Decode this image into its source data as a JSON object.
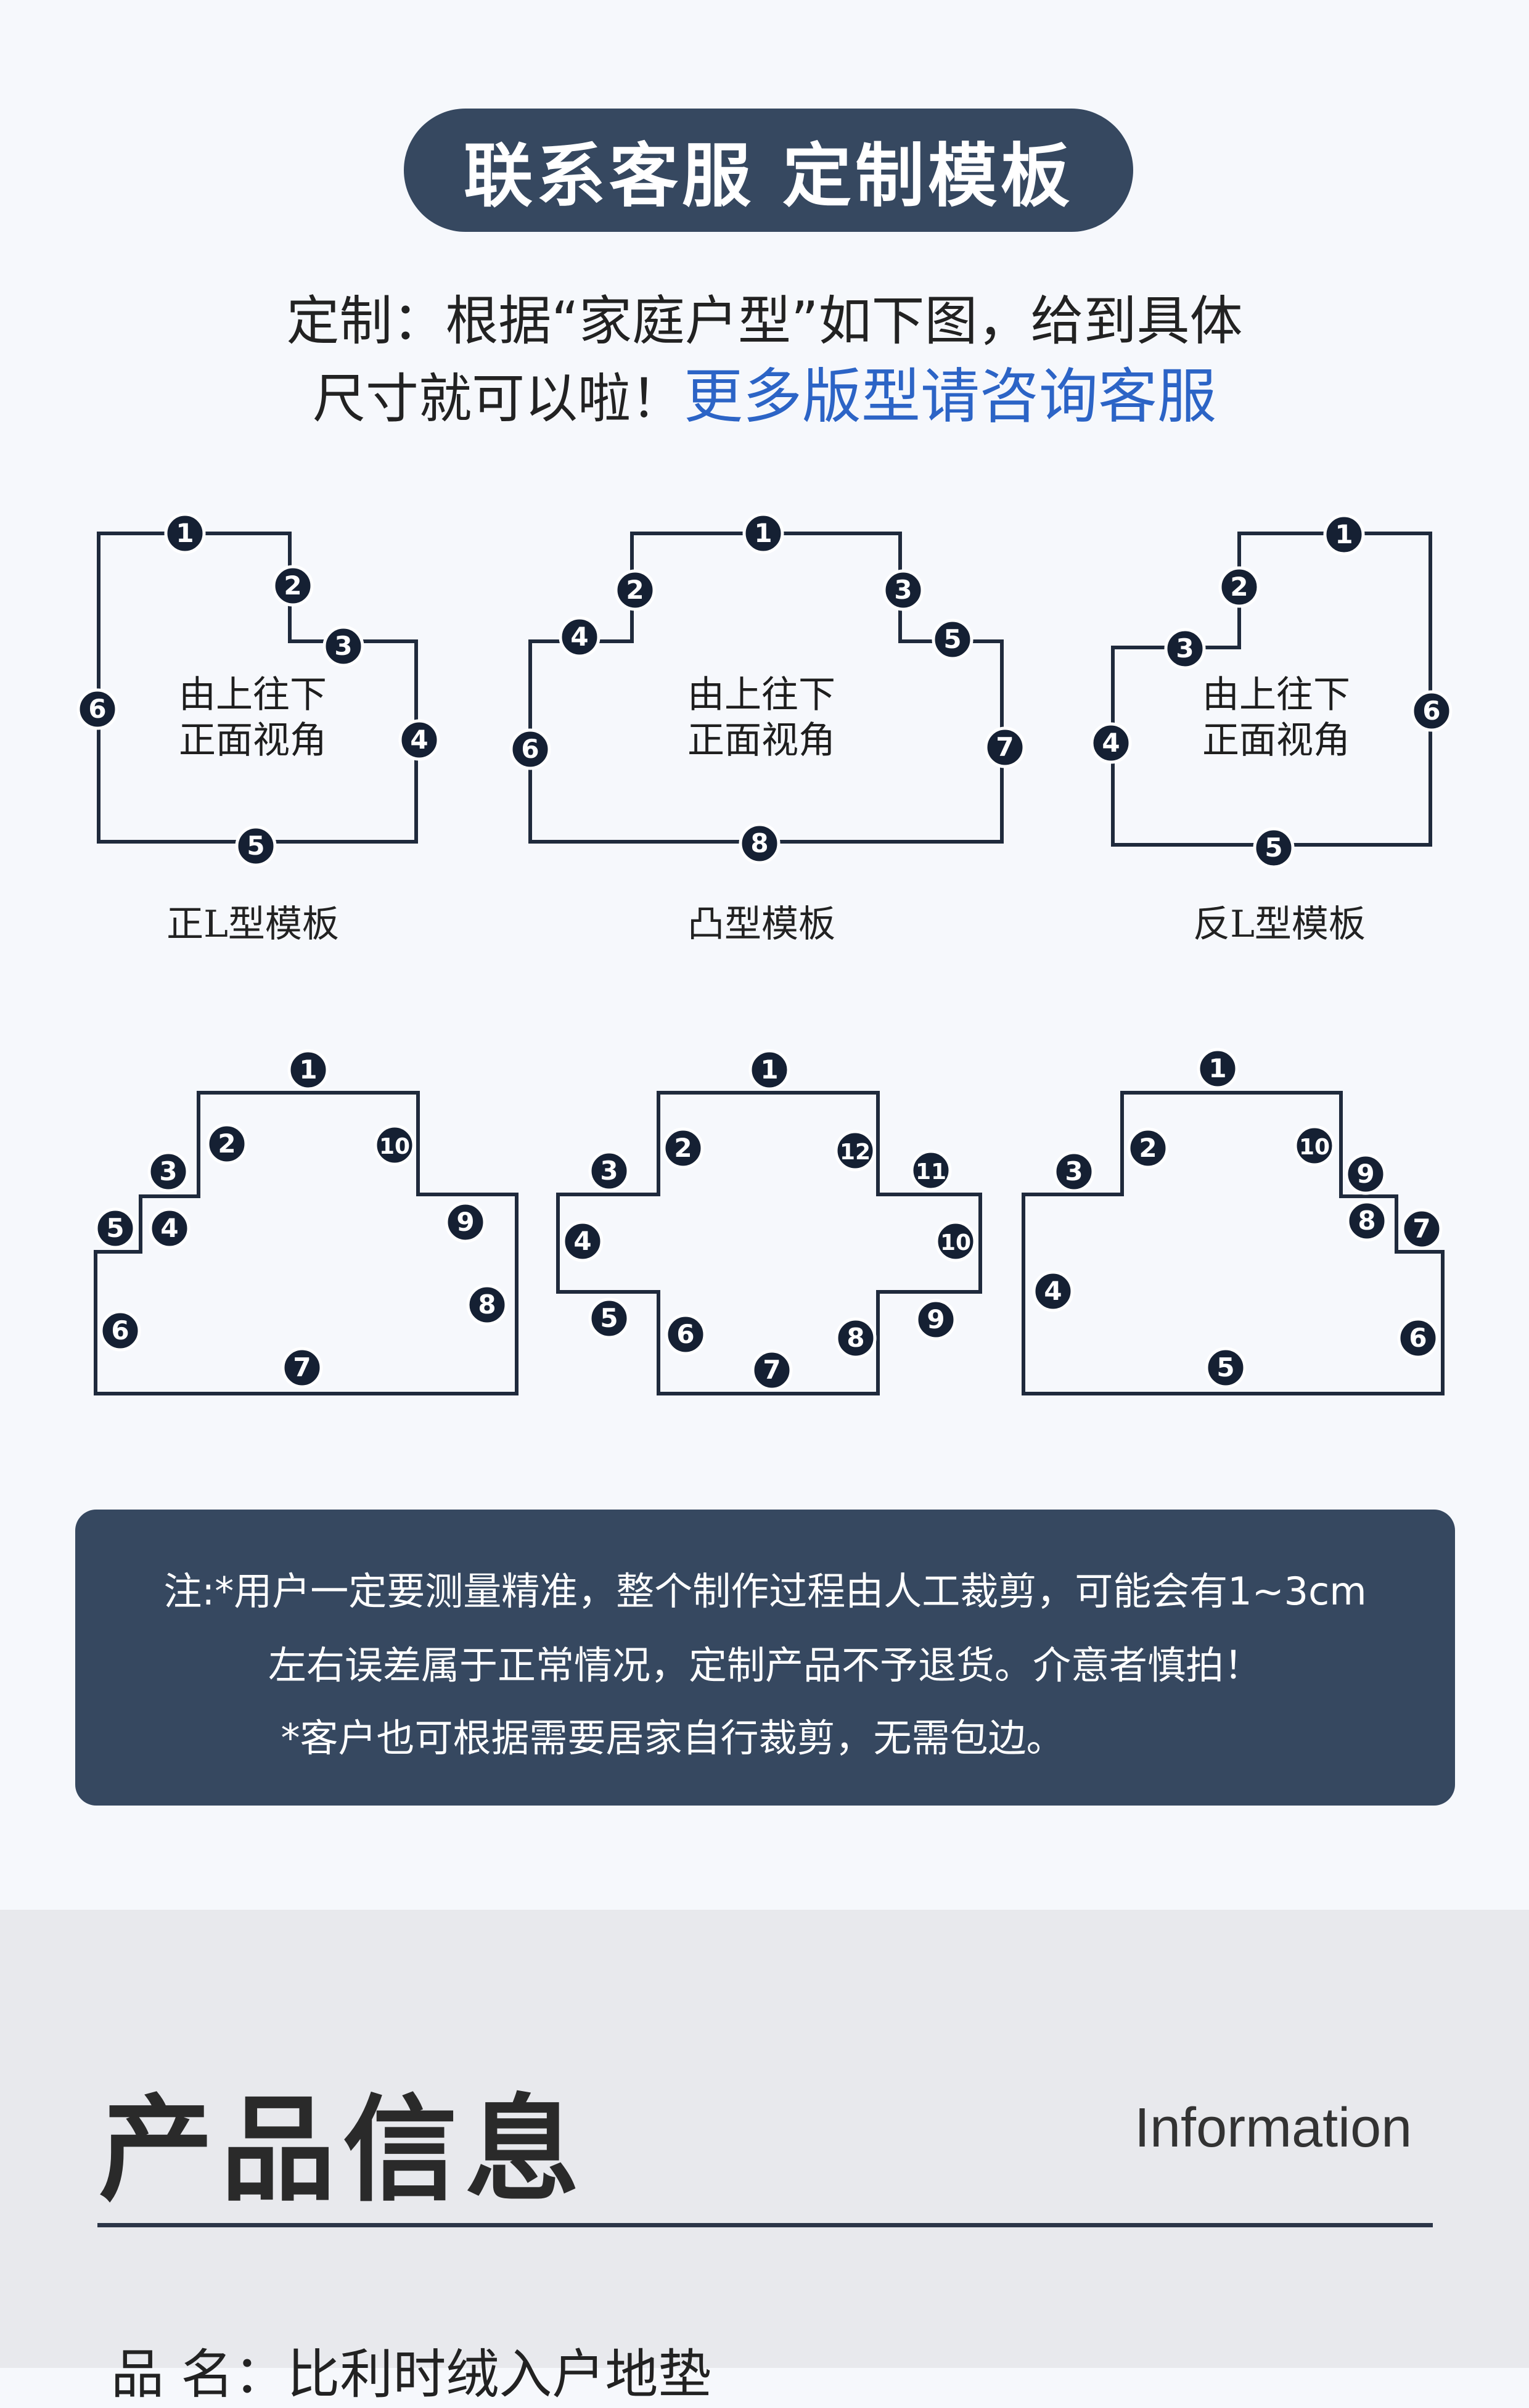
{
  "header": {
    "pill_title": "联系客服 定制模板",
    "intro_line1": "定制：根据“家庭户型”如下图，给到具体",
    "intro_line2_prefix": "尺寸就可以啦！",
    "intro_line2_highlight": "更多版型请咨询客服"
  },
  "templates": {
    "inner_text_line1": "由上往下",
    "inner_text_line2": "正面视角",
    "captions": [
      "正L型模板",
      "凸型模板",
      "反L型模板"
    ]
  },
  "note": {
    "line1": "注:*用户一定要测量精准，整个制作过程由人工裁剪，可能会有1~3cm",
    "line2": "左右误差属于正常情况，定制产品不予退货。介意者慎拍！",
    "line3": "*客户也可根据需要居家自行裁剪，无需包边。"
  },
  "product_info": {
    "title": "产品信息",
    "title_en": "Information",
    "name_row": "品    名：比利时绒入户地垫"
  },
  "colors": {
    "navy": "#364860",
    "highlight_blue": "#2c64c6",
    "outline": "#1f2a3c"
  }
}
